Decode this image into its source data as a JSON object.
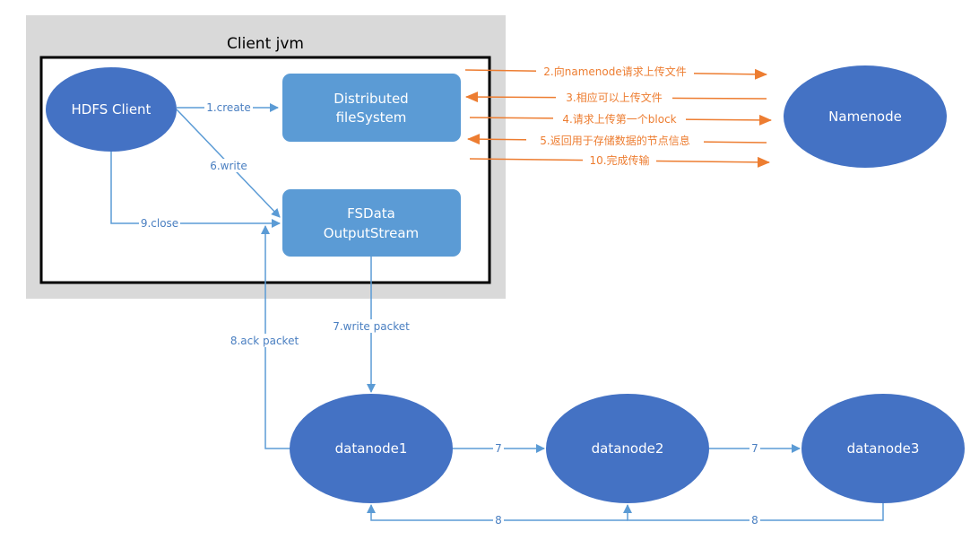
{
  "colors": {
    "jvm_background": "#d9d9d9",
    "inner_box_border": "#000000",
    "ellipse_fill": "#4472c4",
    "box_fill": "#5b9bd5",
    "blue_arrow": "#5b9bd5",
    "orange_arrow": "#ed7d31"
  },
  "container": {
    "title": "Client jvm"
  },
  "nodes": {
    "hdfs_client": "HDFS Client",
    "distributed_fs_line1": "Distributed",
    "distributed_fs_line2": "fileSystem",
    "fsdata_line1": "FSData",
    "fsdata_line2": "OutputStream",
    "namenode": "Namenode",
    "datanode1": "datanode1",
    "datanode2": "datanode2",
    "datanode3": "datanode3"
  },
  "edges": {
    "create": "1.create",
    "write": "6.write",
    "close": "9.close",
    "write_packet": "7.write packet",
    "ack_packet": "8.ack packet",
    "dn1_dn2": "7",
    "dn2_dn3": "7",
    "ack_left": "8",
    "ack_right": "8"
  },
  "namenode_messages": [
    "2.向namenode请求上传文件",
    "3.相应可以上传文件",
    "4.请求上传第一个block",
    "5.返回用于存储数据的节点信息",
    "10.完成传输"
  ]
}
